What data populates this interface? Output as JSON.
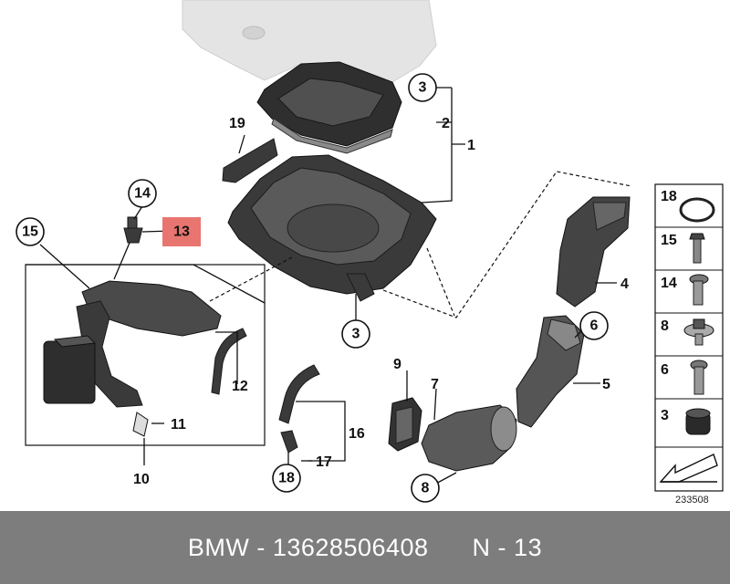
{
  "callouts": {
    "c1": "1",
    "c2": "2",
    "c3a": "3",
    "c3b": "3",
    "c4": "4",
    "c5": "5",
    "c6": "6",
    "c7": "7",
    "c8": "8",
    "c9": "9",
    "c10": "10",
    "c11": "11",
    "c12": "12",
    "c13": "13",
    "c14": "14",
    "c15": "15",
    "c16": "16",
    "c17": "17",
    "c18": "18",
    "c19": "19"
  },
  "legend": {
    "items": [
      {
        "label": "18",
        "icon": "seal-ring-icon"
      },
      {
        "label": "15",
        "icon": "hex-bolt-icon"
      },
      {
        "label": "14",
        "icon": "torx-bolt-icon"
      },
      {
        "label": "8",
        "icon": "washer-screw-icon"
      },
      {
        "label": "6",
        "icon": "screw-icon"
      },
      {
        "label": "3",
        "icon": "grommet-icon"
      }
    ],
    "arrow_icon": "installation-arrow-icon"
  },
  "diagram_ref": "233508",
  "footer": {
    "text": "BMW - 13628506408      N - 13"
  },
  "highlight_color": "#e8756f"
}
